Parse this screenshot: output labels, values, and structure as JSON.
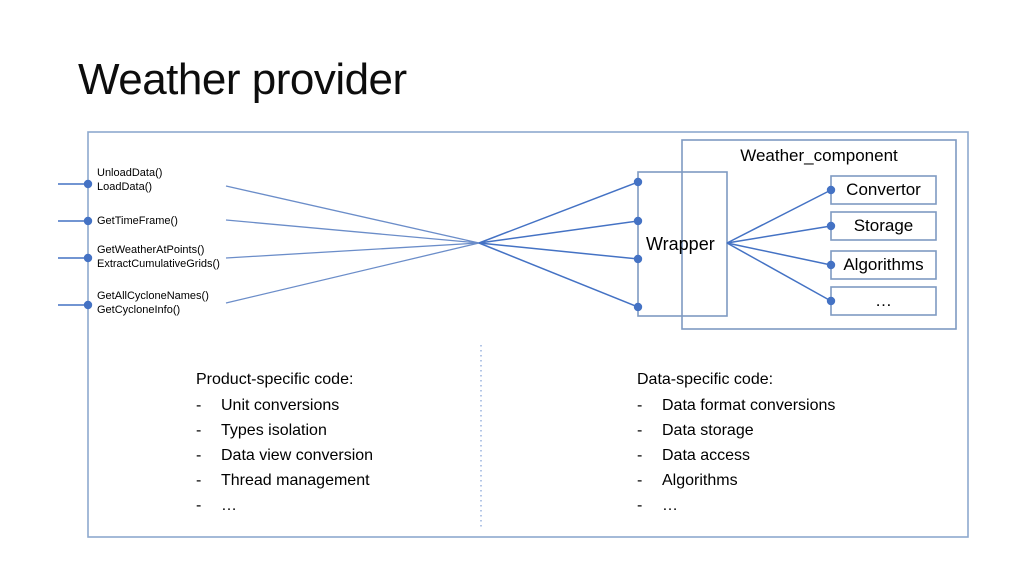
{
  "slide": {
    "title": "Weather provider"
  },
  "colors": {
    "line": "#4472C4",
    "box_border": "#7E9AC2",
    "frame_border": "#8EA9CE",
    "dot": "#4472C4",
    "divider": "#4472C4",
    "text": "#000000"
  },
  "api_groups": [
    {
      "lines": [
        "UnloadData()",
        "LoadData()"
      ]
    },
    {
      "lines": [
        "GetTimeFrame()"
      ]
    },
    {
      "lines": [
        "GetWeatherAtPoints()",
        "ExtractCumulativeGrids()"
      ]
    },
    {
      "lines": [
        "GetAllCycloneNames()",
        "GetCycloneInfo()"
      ]
    }
  ],
  "wrapper": {
    "label": "Wrapper"
  },
  "weather_component": {
    "title": "Weather_component",
    "items": [
      {
        "label": "Convertor"
      },
      {
        "label": "Storage"
      },
      {
        "label": "Algorithms"
      },
      {
        "label": "…"
      }
    ]
  },
  "columns": [
    {
      "heading": "Product-specific code:",
      "bullet_marker": "-",
      "items": [
        "Unit conversions",
        "Types isolation",
        "Data view conversion",
        "Thread management",
        "…"
      ]
    },
    {
      "heading": "Data-specific code:",
      "bullet_marker": "-",
      "items": [
        "Data format conversions",
        "Data storage",
        "Data access",
        "Algorithms",
        "…"
      ]
    }
  ]
}
